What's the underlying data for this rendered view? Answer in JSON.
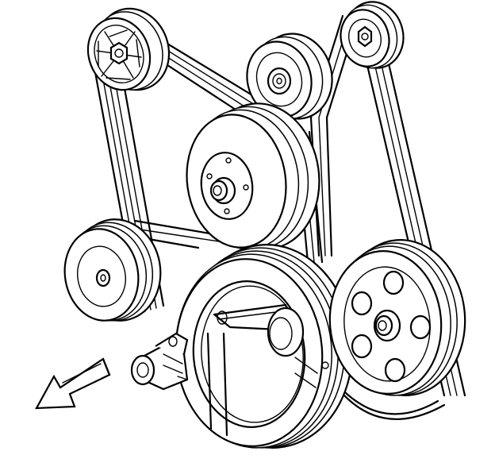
{
  "diagram": {
    "kind": "serpentine-belt-routing",
    "colors": {
      "ink": "#000000",
      "background": "#ffffff"
    },
    "pulleys": [
      {
        "id": "upper-left-pulley",
        "icon": "spoked-pulley"
      },
      {
        "id": "idler-top",
        "icon": "plain-pulley"
      },
      {
        "id": "upper-right-pulley",
        "icon": "hub-pulley"
      },
      {
        "id": "water-pump-pulley",
        "icon": "flanged-pulley"
      },
      {
        "id": "left-idler-pulley",
        "icon": "plain-pulley"
      },
      {
        "id": "crankshaft-balancer",
        "icon": "harmonic-balancer"
      },
      {
        "id": "right-lower-pulley",
        "icon": "holed-pulley"
      },
      {
        "id": "belt-tensioner",
        "icon": "tensioner-assembly"
      }
    ],
    "direction_arrow": {
      "icon": "arrow-down-left-icon",
      "meaning": "front-of-vehicle"
    }
  }
}
